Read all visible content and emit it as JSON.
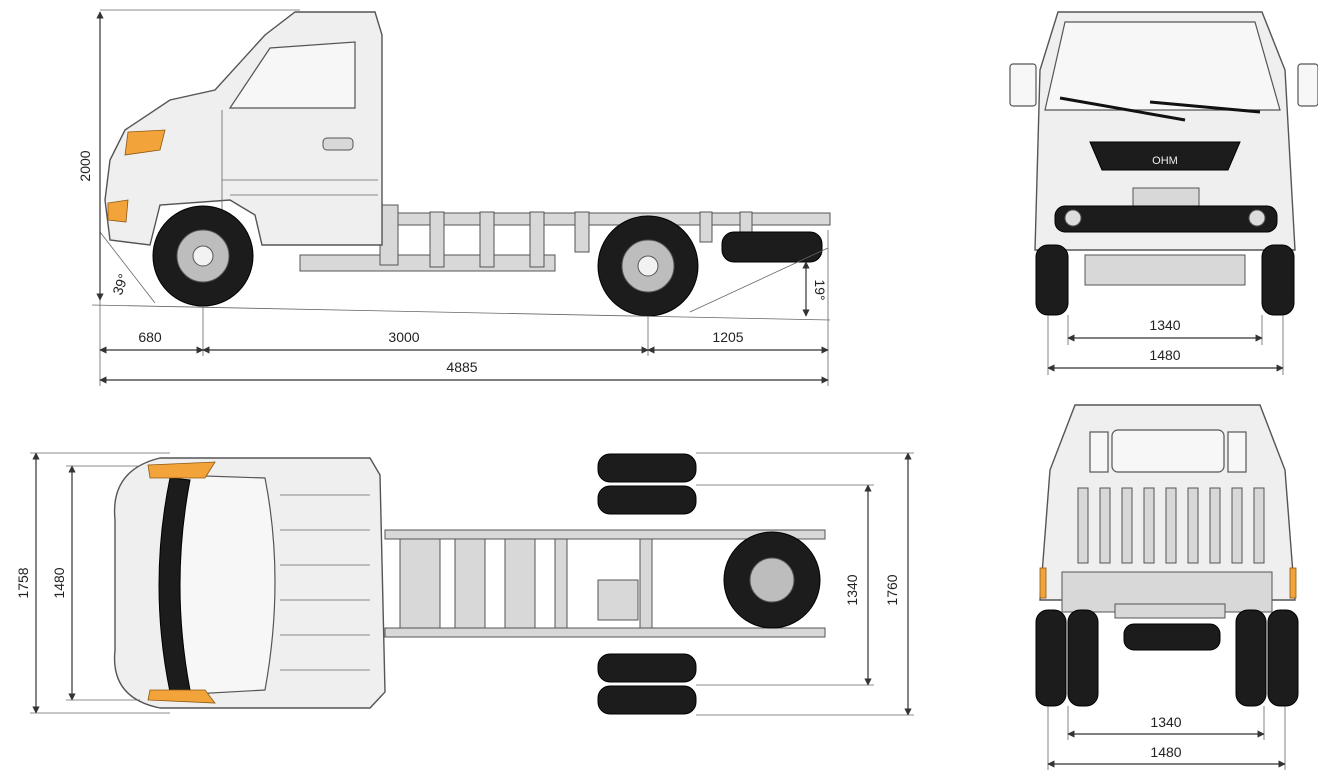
{
  "side_view": {
    "height": "2000",
    "approach_angle": "39°",
    "departure_angle": "19°",
    "front_overhang": "680",
    "wheelbase": "3000",
    "rear_overhang": "1205",
    "overall_length": "4885"
  },
  "top_view": {
    "cab_width": "1758",
    "front_track_left": "1480",
    "rear_track": "1340",
    "overall_rear_width": "1760"
  },
  "front_view": {
    "logo": "OHM",
    "inner_track": "1340",
    "outer_track": "1480"
  },
  "rear_view": {
    "inner_track": "1340",
    "outer_track": "1480"
  }
}
